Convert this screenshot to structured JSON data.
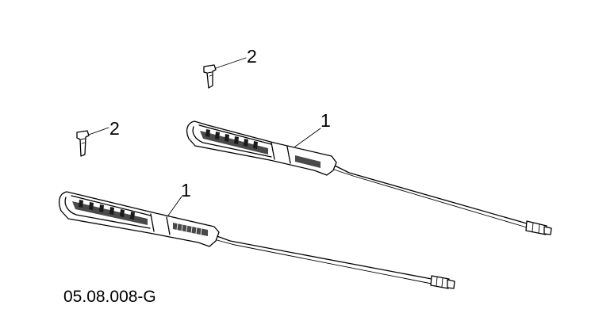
{
  "diagram": {
    "caption": "05.08.008-G",
    "callouts": [
      {
        "id": "upper-clip-label",
        "text": "2"
      },
      {
        "id": "lower-clip-label",
        "text": "2"
      },
      {
        "id": "upper-sensor-label",
        "text": "1"
      },
      {
        "id": "lower-sensor-label",
        "text": "1"
      }
    ],
    "parts": [
      {
        "number": "1",
        "name": "sensor-with-cable"
      },
      {
        "number": "2",
        "name": "clip"
      }
    ]
  }
}
